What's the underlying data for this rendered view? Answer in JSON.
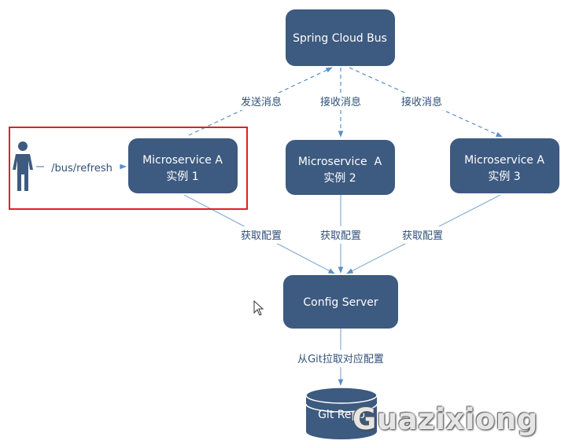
{
  "nodes": {
    "bus": {
      "label": "Spring Cloud Bus"
    },
    "ms1": {
      "line1": "Microservice A",
      "line2": "实例 1"
    },
    "ms2": {
      "line1": "Microservice  A",
      "line2": "实例 2"
    },
    "ms3": {
      "line1": "Microservice A",
      "line2": "实例 3"
    },
    "config": {
      "label": "Config Server"
    },
    "git": {
      "label": "Git Repo"
    }
  },
  "edges": {
    "send_msg": "发送消息",
    "recv_msg_2": "接收消息",
    "recv_msg_3": "接收消息",
    "get_config_1": "获取配置",
    "get_config_2": "获取配置",
    "get_config_3": "获取配置",
    "pull_from_git": "从Git拉取对应配置",
    "refresh": "/bus/refresh"
  },
  "watermark": "Guazixiong",
  "colors": {
    "node_fill": "#3d5a80",
    "edge": "#5b8fc7",
    "highlight_box": "#e02020"
  }
}
